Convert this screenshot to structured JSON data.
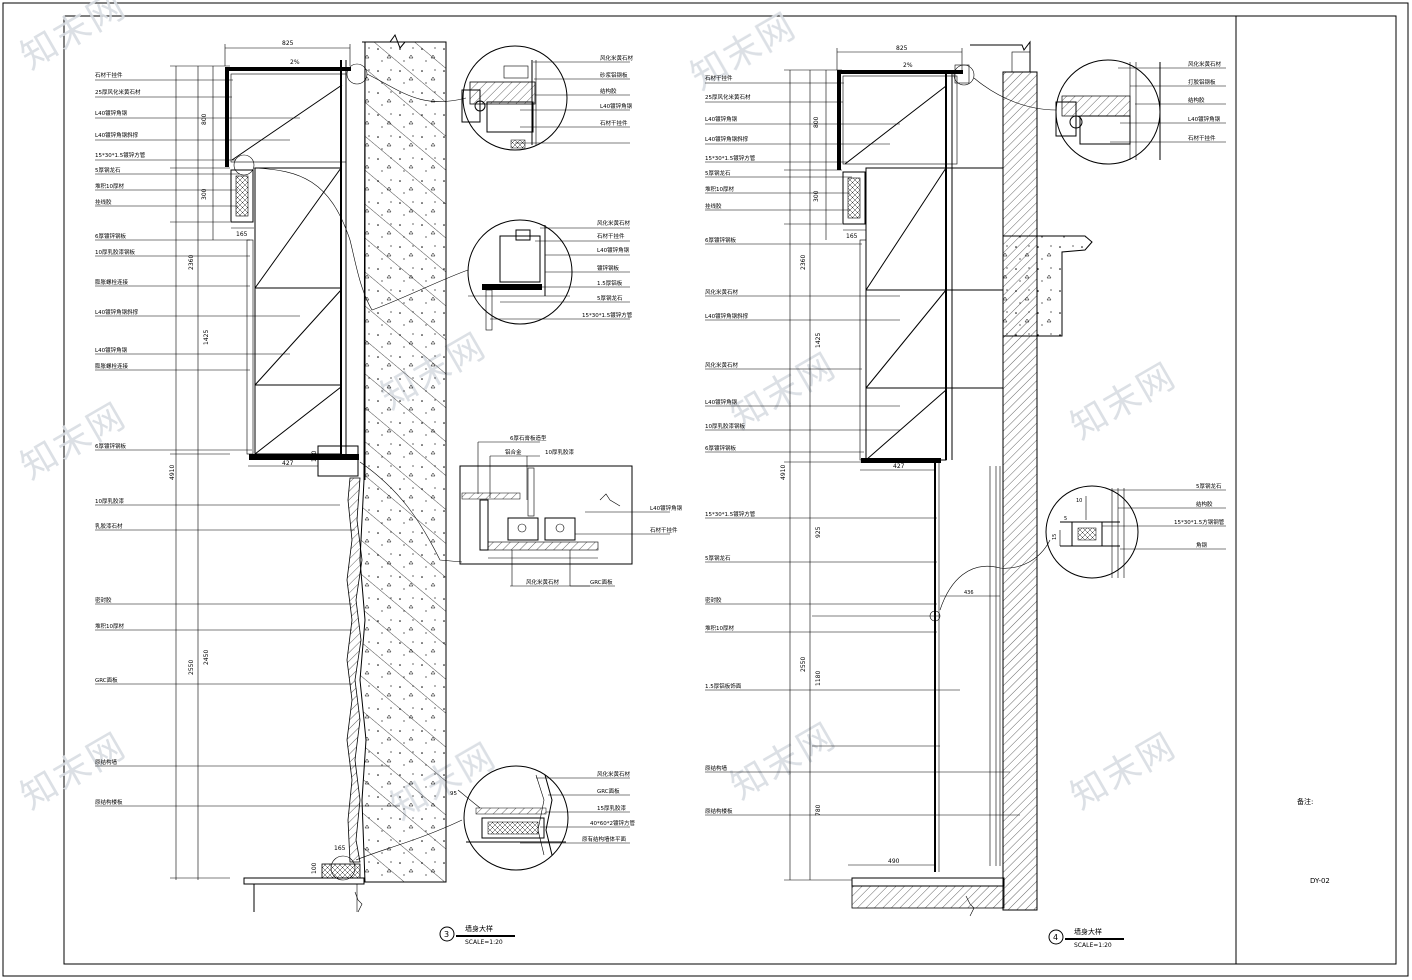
{
  "sheet": {
    "note_label": "备注:",
    "sheet_number": "DY-02",
    "watermark_text": "知末网"
  },
  "detail3": {
    "number": "3",
    "title": "墙身大样",
    "scale": "SCALE=1:20",
    "dims": {
      "top_width": "825",
      "slope": "2%",
      "d_800": "800",
      "d_300": "300",
      "d_165": "165",
      "d_2360": "2360",
      "d_1425": "1425",
      "d_4910": "4910",
      "d_427": "427",
      "d_100": "100",
      "d_2550": "2550",
      "d_2450": "2450",
      "d_165b": "165",
      "d_100b": "100"
    },
    "labels": {
      "l1": "石材干挂件",
      "l2": "25厚风化米黄石材",
      "l3": "L40镀锌角钢",
      "l4": "L40镀锌角钢斜撑",
      "l5": "15*30*1.5镀锌方管",
      "l6": "5厚钢龙石",
      "l7": "堆积10厚材",
      "l8": "挂线胶",
      "l9": "6厚镀锌钢板",
      "l10": "10厚乳胶漆钢板",
      "l11": "膨胀螺栓连接",
      "l12": "L40镀锌角钢斜撑",
      "l13": "L40镀锌角钢",
      "l14": "膨胀螺栓连接",
      "l15": "6厚镀锌钢板",
      "l16": "10厚乳胶漆",
      "l17": "乳胶漆石材",
      "l18": "密封胶",
      "l19": "堆积10厚材",
      "l20": "GRC面板",
      "l21": "原结构墙",
      "l22": "原结构楼板"
    },
    "callouts": {
      "c1": [
        "风化米黄石材",
        "砂浆铝钢板",
        "结构胶",
        "L40镀锌角钢",
        "石材干挂件"
      ],
      "c2": [
        "风化米黄石材",
        "石材干挂件",
        "L40镀锌角钢",
        "镀锌钢板",
        "1.5厚铝板",
        "5厚钢龙石",
        "15*30*1.5镀锌方管"
      ],
      "c3": [
        "6厚石膏板造型",
        "铝合金",
        "10厚乳胶漆",
        "L40镀锌角钢",
        "石材干挂件",
        "风化米黄石材",
        "GRC面板"
      ],
      "c4": [
        "风化米黄石材",
        "GRC面板",
        "15厚乳胶漆",
        "40*60*2镀锌方管",
        "原有结构墙体平面"
      ]
    }
  },
  "detail4": {
    "number": "4",
    "title": "墙身大样",
    "scale": "SCALE=1:20",
    "dims": {
      "top_width": "825",
      "slope": "2%",
      "d_800": "800",
      "d_300": "300",
      "d_165": "165",
      "d_2360": "2360",
      "d_1425": "1425",
      "d_4910": "4910",
      "d_427": "427",
      "d_925": "925",
      "d_2550": "2550",
      "d_1180": "1180",
      "d_780": "780",
      "d_490": "490",
      "d_10": "10",
      "d_15": "15",
      "d_5": "5",
      "d_436": "436"
    },
    "labels": {
      "l1": "石材干挂件",
      "l2": "25厚风化米黄石材",
      "l3": "L40镀锌角钢",
      "l4": "L40镀锌角钢斜撑",
      "l5": "15*30*1.5镀锌方管",
      "l6": "5厚钢龙石",
      "l7": "堆积10厚材",
      "l8": "挂线胶",
      "l9": "6厚镀锌钢板",
      "l10": "风化米黄石材",
      "l11": "L40镀锌角钢斜撑",
      "l12": "风化米黄石材",
      "l13": "L40镀锌角钢",
      "l14": "10厚乳胶漆钢板",
      "l15": "6厚镀锌钢板",
      "l16": "15*30*1.5镀锌方管",
      "l17": "5厚钢龙石",
      "l18": "密封胶",
      "l19": "堆积10厚材",
      "l20": "1.5厚铝板饰面",
      "l21": "原结构墙",
      "l22": "原结构楼板"
    },
    "callouts": {
      "c1": [
        "风化米黄石材",
        "打胶铝钢板",
        "结构胶",
        "L40镀锌角钢",
        "石材干挂件"
      ],
      "c2": [
        "5厚钢龙石",
        "结构胶",
        "15*30*1.5方钢钢管",
        "角钢"
      ]
    }
  }
}
